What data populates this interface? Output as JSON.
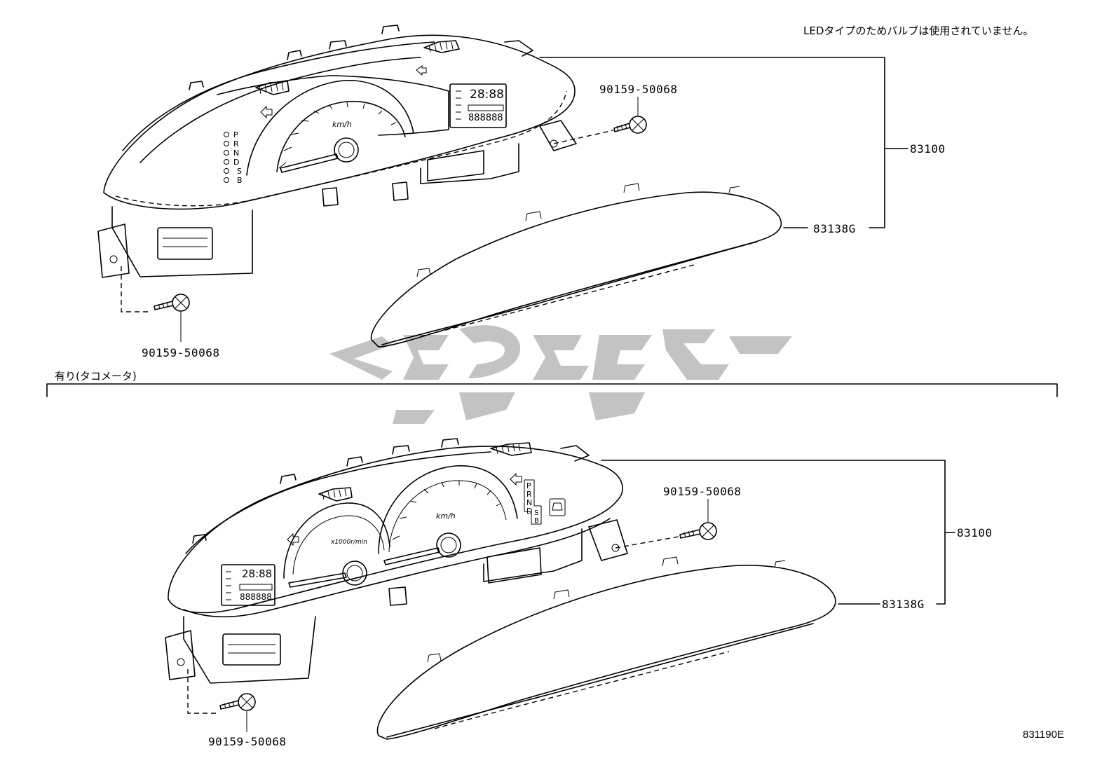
{
  "header_note": "LEDタイプのためバルブは使用されていません。",
  "section_label": "有り(タコメータ)",
  "diagram_code": "831190E",
  "top_assembly": {
    "part_cluster": "83100",
    "part_glass": "83138G",
    "screw_right": "90159-50068",
    "screw_left": "90159-50068",
    "gear_letters": [
      "P",
      "R",
      "N",
      "D",
      "S",
      "B"
    ],
    "speed_unit": "km/h"
  },
  "bottom_assembly": {
    "part_cluster": "83100",
    "part_glass": "83138G",
    "screw_right": "90159-50068",
    "screw_left": "90159-50068",
    "gear_letters": [
      "P",
      "R",
      "N",
      "D",
      "S",
      "B"
    ],
    "speed_unit": "km/h",
    "tacho_unit": "x1000r/min"
  }
}
